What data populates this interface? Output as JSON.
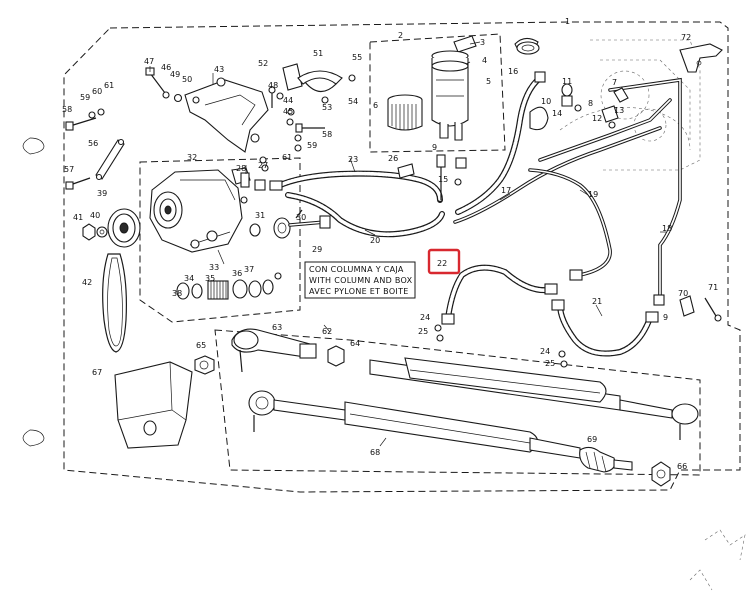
{
  "diagram": {
    "title_number": "1",
    "note_lines": [
      "CON COLUMNA Y CAJA",
      "WITH COLUMN AND BOX",
      "AVEC PYLONE ET BOITE"
    ],
    "highlighted_callout": "22",
    "highlight_color": "#d8282f",
    "callouts": {
      "c1": "1",
      "c2": "2",
      "c3": "3",
      "c4": "4",
      "c5": "5",
      "c6": "6",
      "c7": "7",
      "c8": "8",
      "c9a": "9",
      "c9b": "9",
      "c10": "10",
      "c11": "11",
      "c12": "12",
      "c13": "13",
      "c14": "14",
      "c15": "15",
      "c16": "16",
      "c17": "17",
      "c18": "18",
      "c19": "19",
      "c20": "20",
      "c21": "21",
      "c23": "23",
      "c24a": "24",
      "c24b": "24",
      "c25a": "25",
      "c25b": "25",
      "c26": "26",
      "c27": "27",
      "c28": "28",
      "c29": "29",
      "c30": "30",
      "c31": "31",
      "c32": "32",
      "c33": "33",
      "c34": "34",
      "c35": "35",
      "c36": "36",
      "c37": "37",
      "c38": "38",
      "c39": "39",
      "c40": "40",
      "c41": "41",
      "c42": "42",
      "c43": "43",
      "c44": "44",
      "c45": "45",
      "c46": "46",
      "c47": "47",
      "c48": "48",
      "c49": "49",
      "c50": "50",
      "c51": "51",
      "c52": "52",
      "c53": "53",
      "c54": "54",
      "c55": "55",
      "c56": "56",
      "c57": "57",
      "c58a": "58",
      "c58b": "58",
      "c59a": "59",
      "c59b": "59",
      "c60": "60",
      "c61a": "61",
      "c61b": "61",
      "c62": "62",
      "c63": "63",
      "c64": "64",
      "c65": "65",
      "c66": "66",
      "c67": "67",
      "c68": "68",
      "c69": "69",
      "c70": "70",
      "c71": "71",
      "c72": "72"
    }
  }
}
